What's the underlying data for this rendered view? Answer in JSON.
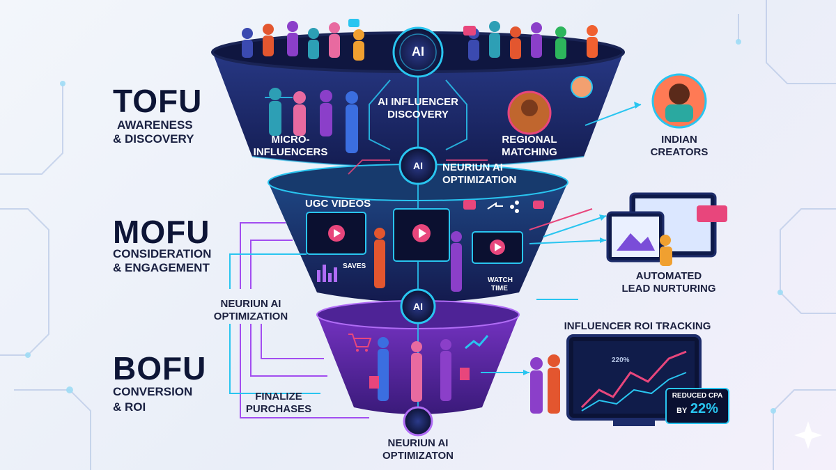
{
  "stages": {
    "tofu": {
      "title": "TOFU",
      "line1": "AWARENESS",
      "line2": "& DISCOVERY"
    },
    "mofu": {
      "title": "MOFU",
      "line1": "CONSIDERATION",
      "line2": "& ENGAGEMENT"
    },
    "bofu": {
      "title": "BOFU",
      "line1": "CONVERSION",
      "line2": "& ROI"
    }
  },
  "funnel": {
    "top": {
      "discovery_line1": "AI INFLUENCER",
      "discovery_line2": "DISCOVERY",
      "micro_line1": "MICRO-",
      "micro_line2": "INFLUENCERS",
      "regional_line1": "REGIONAL",
      "regional_line2": "MATCHING",
      "ai_chip": "AI"
    },
    "middle": {
      "ugc": "UGC VIDEOS",
      "saves": "SAVES",
      "watch_line1": "WATCH",
      "watch_line2": "TIME",
      "ai_chip": "AI"
    },
    "bottom": {
      "ai_chip": "AI"
    }
  },
  "optimization": {
    "upper_line1": "NEURIUN AI",
    "upper_line2": "OPTIMIZATION",
    "left_line1": "NEURIUN AI",
    "left_line2": "OPTIMIZATION",
    "bottom_line1": "NEURIUN AI",
    "bottom_line2": "OPTIMIZATON"
  },
  "left_labels": {
    "finalize_line1": "FINALIZE",
    "finalize_line2": "PURCHASES"
  },
  "right_panels": {
    "creators_line1": "INDIAN",
    "creators_line2": "CREATORS",
    "nurture_line1": "AUTOMATED",
    "nurture_line2": "LEAD NURTURING",
    "roi_title": "INFLUENCER ROI TRACKING",
    "roi_value": "220%",
    "cpa_line1": "REDUCED CPA",
    "cpa_prefix": "BY",
    "cpa_value": "22%"
  },
  "colors": {
    "funnel_top": "#1f2a6e",
    "funnel_mid": "#1a2f72",
    "funnel_bottom": "#5b2aa8",
    "accent_cyan": "#29c5f0",
    "accent_pink": "#e8467c",
    "accent_purple": "#a24df0",
    "title_text": "#0d1536"
  }
}
